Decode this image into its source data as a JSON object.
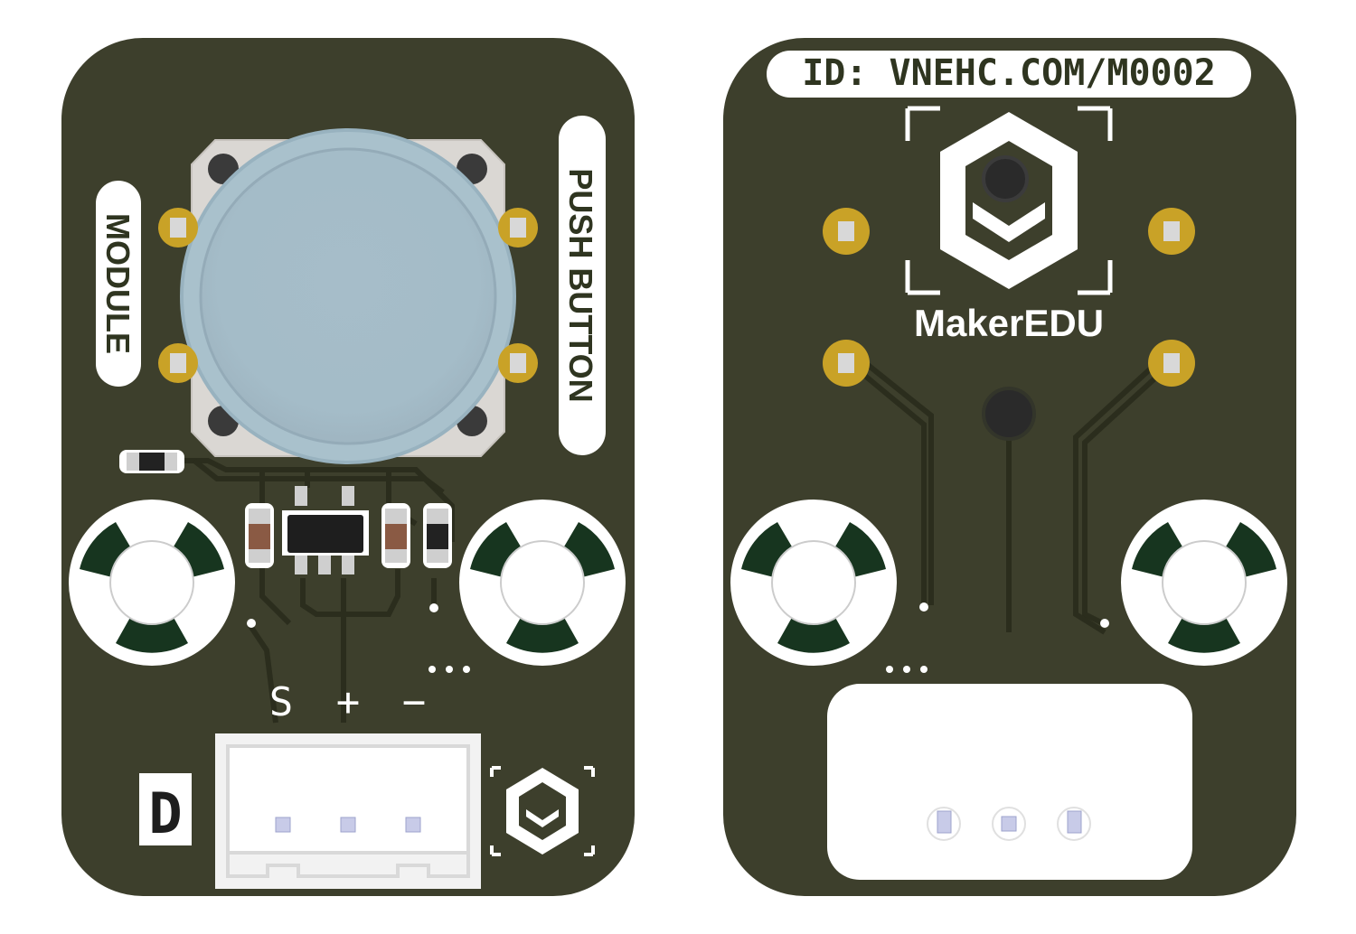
{
  "front": {
    "label_vertical_left": "MODULE",
    "label_vertical_right": "PUSH BUTTON",
    "pin_labels": [
      "S",
      "+",
      "−"
    ],
    "type_mark": "D"
  },
  "back": {
    "id_label": "ID: VNEHC.COM/M0002",
    "brand": "MakerEDU"
  },
  "colors": {
    "pcb": "#3d3f2c",
    "trace": "#2b2d1d",
    "silkscreen": "#ffffff",
    "gold": "#c9a227",
    "button_cap": "#a9c1cc",
    "mount_dark": "#17351f"
  },
  "icons": [
    "makeredu-logo-icon",
    "mounting-hole-icon",
    "tactile-button-icon",
    "jst-connector-icon"
  ]
}
